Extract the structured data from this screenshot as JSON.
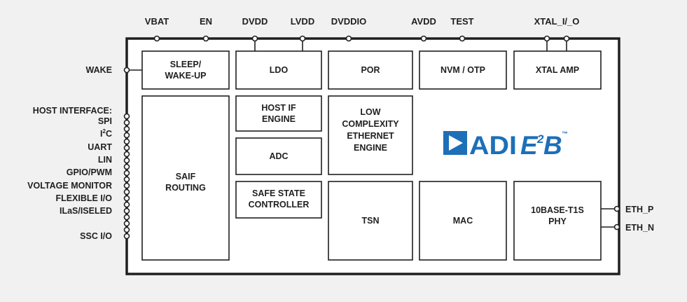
{
  "top_pins": [
    {
      "id": "vbat",
      "label": "VBAT"
    },
    {
      "id": "en",
      "label": "EN"
    },
    {
      "id": "dvdd",
      "label": "DVDD"
    },
    {
      "id": "lvdd",
      "label": "LVDD"
    },
    {
      "id": "dvddio",
      "label": "DVDDIO"
    },
    {
      "id": "avdd",
      "label": "AVDD"
    },
    {
      "id": "test",
      "label": "TEST"
    },
    {
      "id": "xtal",
      "label": "XTAL_I/_O"
    }
  ],
  "left_pins": {
    "wake": "WAKE",
    "host_interface": "HOST INTERFACE:",
    "spi": "SPI",
    "i2c_main": "I",
    "i2c_sup": "2",
    "i2c_tail": "C",
    "uart": "UART",
    "lin": "LIN",
    "gpio_pwm": "GPIO/PWM",
    "voltage_monitor": "VOLTAGE MONITOR",
    "flexible_io": "FLEXIBLE I/O",
    "ilas_iseled": "ILaS/ISELED",
    "ssc_io": "SSC I/O"
  },
  "right_pins": {
    "eth_p": "ETH_P",
    "eth_n": "ETH_N"
  },
  "blocks": {
    "sleep_wakeup": [
      "SLEEP/",
      "WAKE-UP"
    ],
    "ldo": [
      "LDO"
    ],
    "por": [
      "POR"
    ],
    "nvm_otp": [
      "NVM / OTP"
    ],
    "xtal_amp": [
      "XTAL AMP"
    ],
    "saif_routing": [
      "SAIF",
      "ROUTING"
    ],
    "host_if_engine": [
      "HOST IF",
      "ENGINE"
    ],
    "adc": [
      "ADC"
    ],
    "safe_state_controller": [
      "SAFE STATE",
      "CONTROLLER"
    ],
    "low_complexity_ethernet_engine": [
      "LOW",
      "COMPLEXITY",
      "ETHERNET",
      "ENGINE"
    ],
    "tsn": [
      "TSN"
    ],
    "mac": [
      "MAC"
    ],
    "phy": [
      "10BASE-T1S",
      "PHY"
    ]
  },
  "logo": {
    "brand": "ADI",
    "product_main": "E",
    "product_sup": "2",
    "product_tail": "B",
    "trademark": "™"
  },
  "colors": {
    "logo_blue": "#1d6fb8",
    "line": "#1f1f1f",
    "background": "#f1f1f1"
  }
}
